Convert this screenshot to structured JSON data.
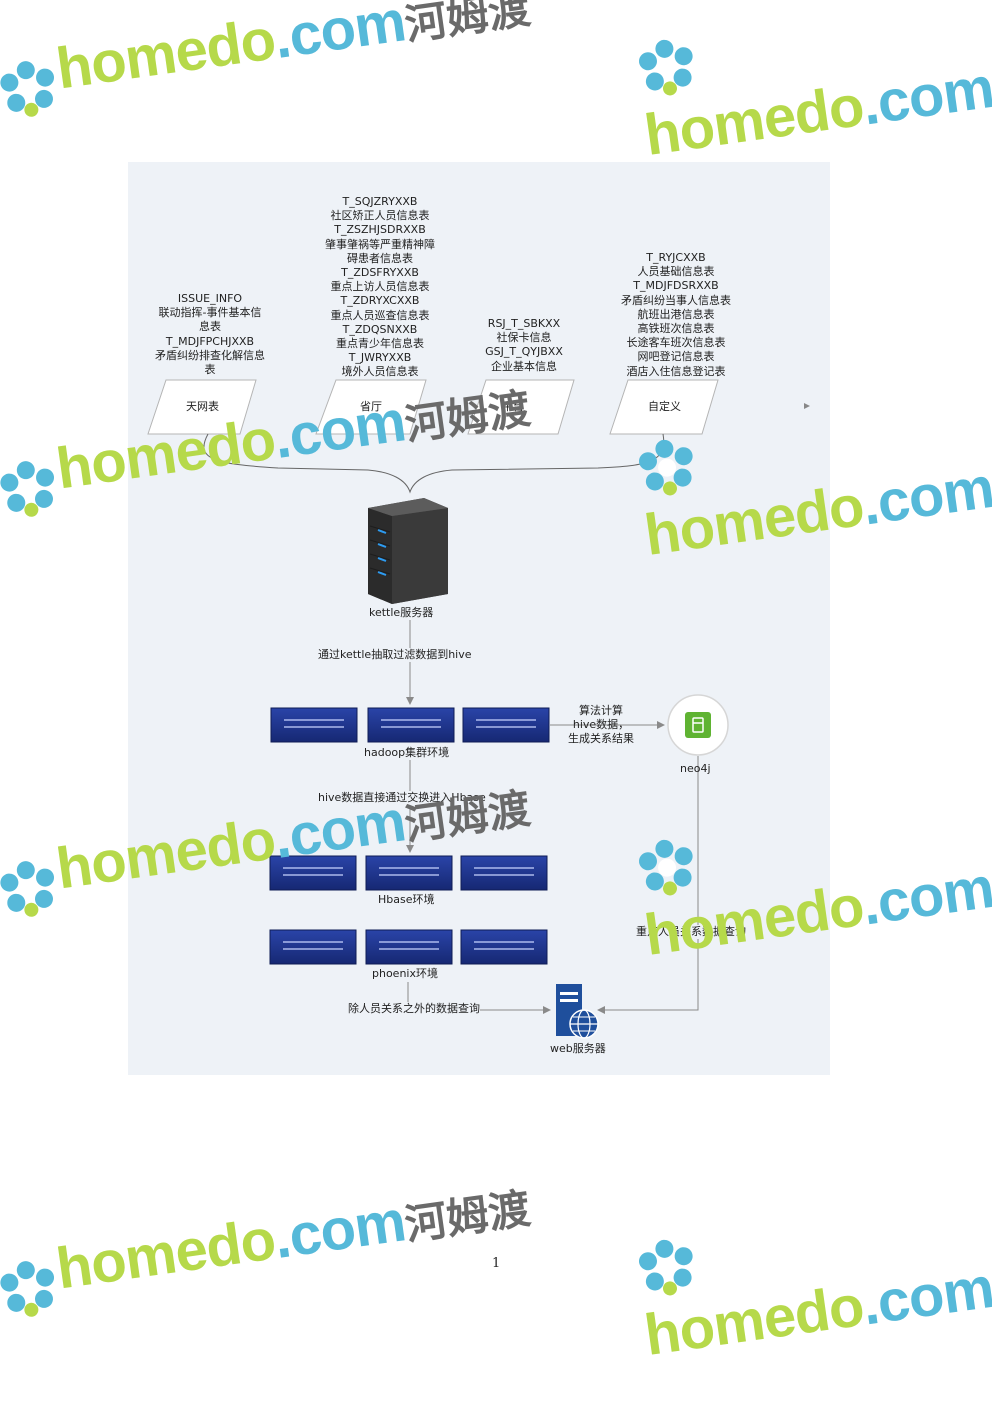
{
  "sources": [
    {
      "label": "天网表",
      "lines": [
        "ISSUE_INFO",
        "联动指挥-事件基本信",
        "息表",
        "T_MDJFPCHJXXB",
        "矛盾纠纷排查化解信息",
        "表"
      ]
    },
    {
      "label": "省厅",
      "lines": [
        "T_SQJZRYXXB",
        "社区矫正人员信息表",
        "T_ZSZHJSDRXXB",
        "肇事肇祸等严重精神障",
        "碍患者信息表",
        "T_ZDSFRYXXB",
        "重点上访人员信息表",
        "T_ZDRYXCXXB",
        "重点人员巡查信息表",
        "T_ZDQSNXXB",
        "重点青少年信息表",
        "T_JWRYXXB",
        "境外人员信息表"
      ]
    },
    {
      "label": "平台",
      "lines": [
        "RSJ_T_SBKXX",
        "社保卡信息",
        "GSJ_T_QYJBXX",
        "企业基本信息"
      ]
    },
    {
      "label": "自定义",
      "lines": [
        "T_RYJCXXB",
        "人员基础信息表",
        "T_MDJFDSRXXB",
        "矛盾纠纷当事人信息表",
        "航班出港信息表",
        "高铁班次信息表",
        "长途客车班次信息表",
        "网吧登记信息表",
        "酒店入住信息登记表"
      ]
    }
  ],
  "nodes": {
    "kettle": "kettle服务器",
    "hadoop": "hadoop集群环境",
    "hbase": "Hbase环境",
    "phoenix": "phoenix环境",
    "neo4j": "neo4j",
    "web": "web服务器"
  },
  "edges": {
    "kettle_to_hadoop": "通过kettle抽取过滤数据到hive",
    "hadoop_to_hbase": "hive数据直接通过交换进入Hbase",
    "hadoop_to_neo4j": [
      "算法计算",
      "hive数据，",
      "生成关系结果"
    ],
    "neo4j_to_web": "重点人员关系数据查询",
    "phoenix_to_web": "除人员关系之外的数据查询"
  },
  "page_number": "1",
  "watermark": {
    "latin": "homedo",
    "dot": ".com",
    "cn": "河姆渡"
  },
  "colors": {
    "diagram_bg": "#eef2f7",
    "server_dark": "#2c2c2c",
    "cluster_blue": "#1b2f86",
    "neo4j_green": "#5fb332",
    "web_blue": "#1f4f9c",
    "wm_green": "#b6d94a",
    "wm_blue": "#56b9d9"
  }
}
